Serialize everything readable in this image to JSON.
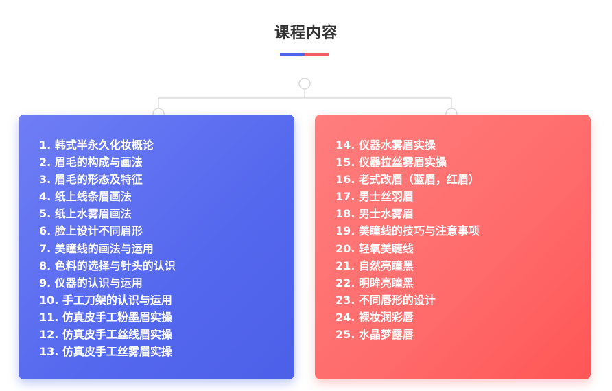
{
  "header": {
    "title": "课程内容",
    "accent_colors": [
      "#4f67e8",
      "#f25f64"
    ]
  },
  "left_card": {
    "color": "#5468ee",
    "items": [
      "1. 韩式半永久化妆概论",
      "2. 眉毛的构成与画法",
      "3. 眉毛的形态及特征",
      "4. 纸上线条眉画法",
      "5. 纸上水雾眉画法",
      "6. 脸上设计不同眉形",
      "7. 美瞳线的画法与运用",
      "8. 色料的选择与针头的认识",
      "9. 仪器的认识与运用",
      "10. 手工刀架的认识与运用",
      "11. 仿真皮手工粉墨眉实操",
      "12. 仿真皮手工丝线眉实操",
      "13. 仿真皮手工丝雾眉实操"
    ]
  },
  "right_card": {
    "color": "#ff6464",
    "items": [
      "14. 仪器水雾眉实操",
      "15. 仪器拉丝雾眉实操",
      "16. 老式改眉（蓝眉，红眉）",
      "17. 男士丝羽眉",
      "18. 男士水雾眉",
      "19. 美瞳线的技巧与注意事项",
      "20. 轻氧美睫线",
      "21. 自然亮瞳黑",
      "22. 明眸亮瞳黑",
      "23. 不同唇形的设计",
      "24. 裸妆润彩唇",
      "25. 水晶梦露唇"
    ]
  }
}
